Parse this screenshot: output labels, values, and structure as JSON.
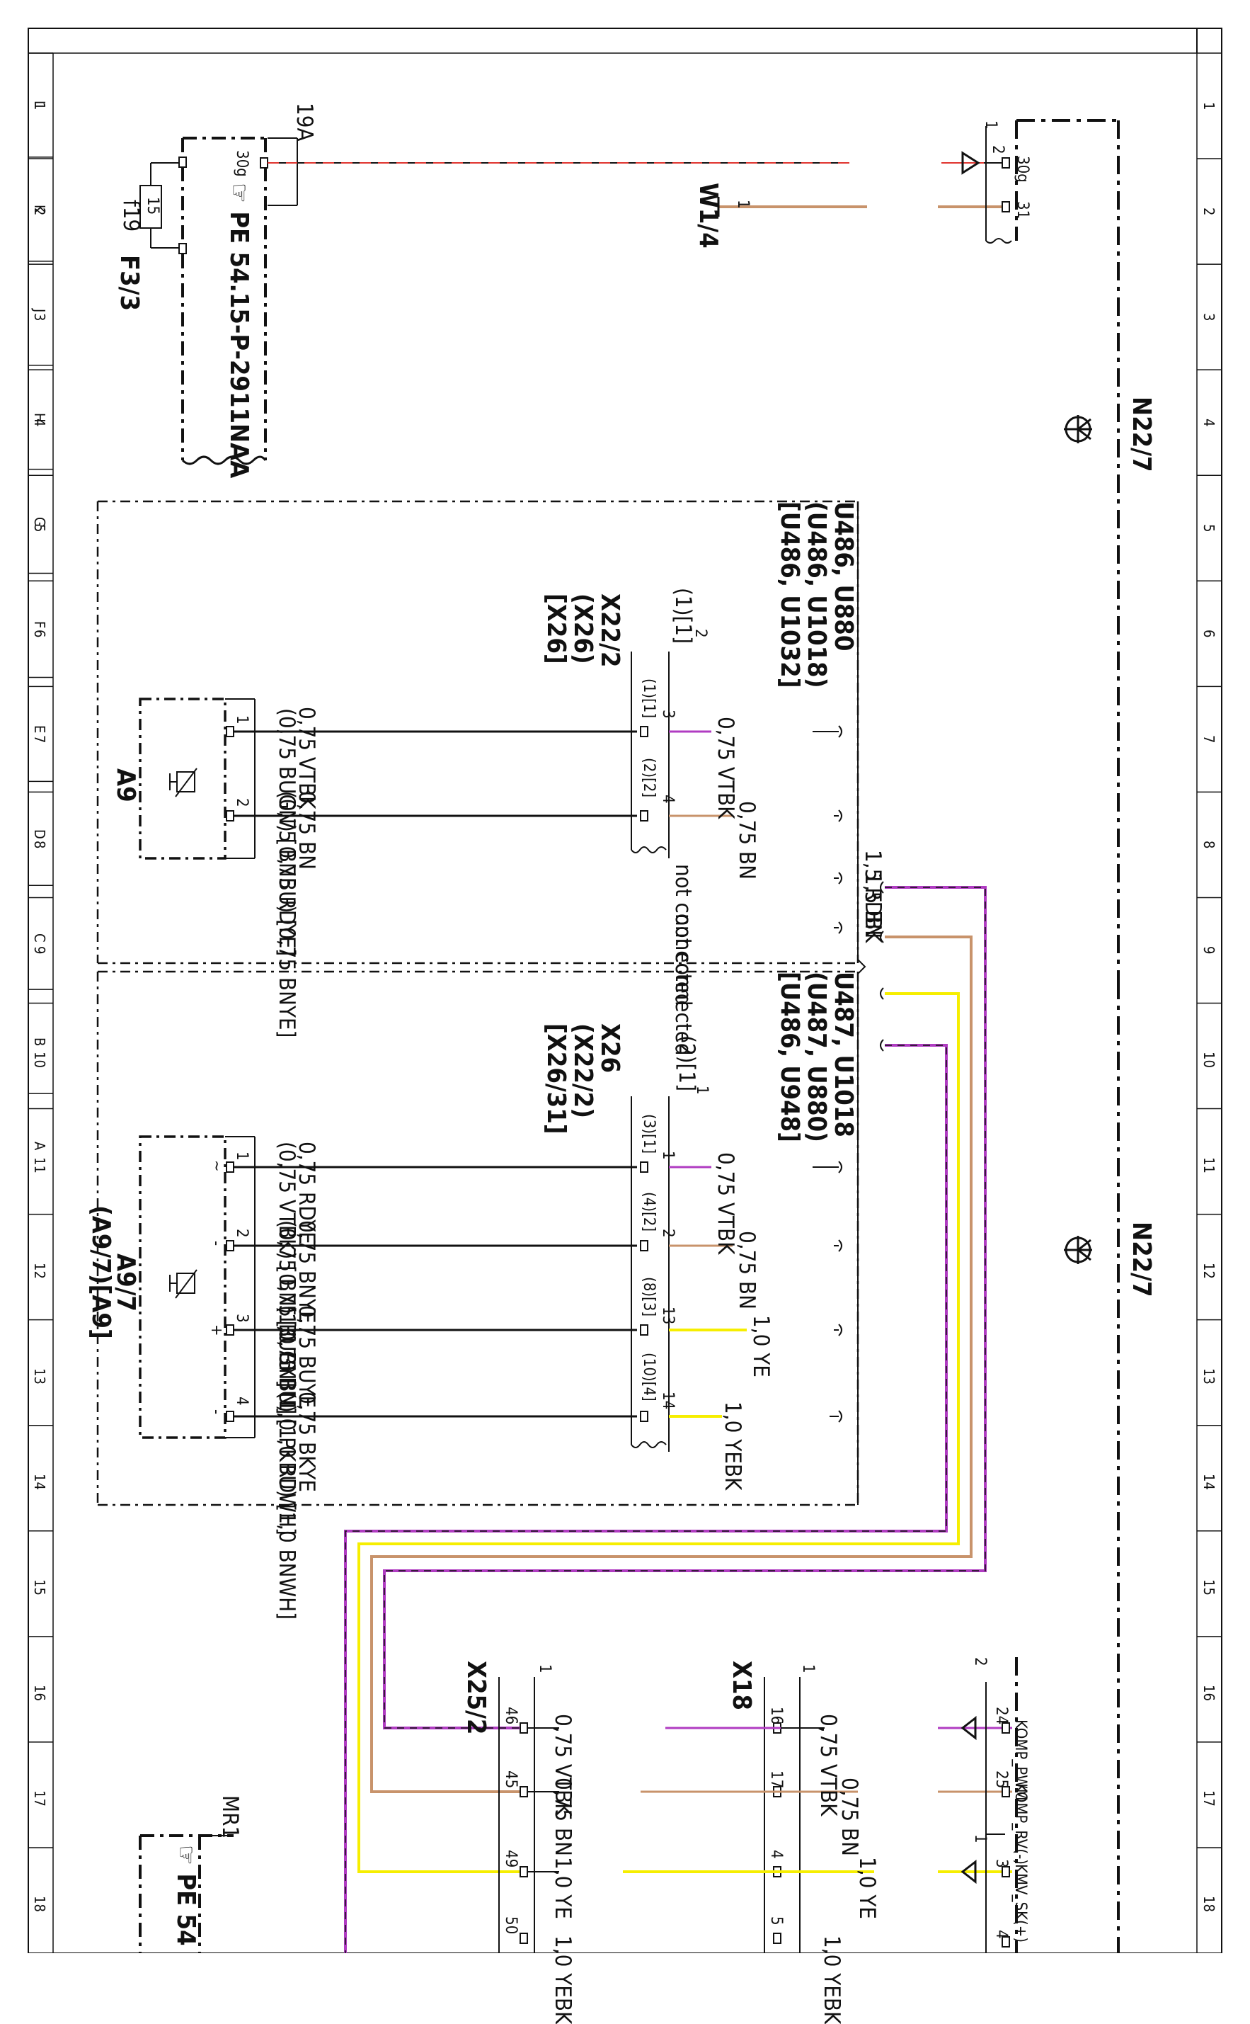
{
  "frame": {
    "columns": [
      "L",
      "K",
      "J",
      "H",
      "G",
      "F",
      "E",
      "D",
      "C",
      "B",
      "A"
    ],
    "rows": [
      "1",
      "2",
      "3",
      "4",
      "5",
      "6",
      "7",
      "8",
      "9",
      "10",
      "11",
      "12",
      "13",
      "14",
      "15",
      "16",
      "17",
      "18"
    ]
  },
  "colors": {
    "vtbk_violet": "#b03cc2",
    "bn_brown": "#c8936b",
    "ye_yellow": "#f6ee00",
    "rdbk_red": "#e0352f",
    "line_black": "#111111"
  },
  "connectors": {
    "fuse_ref": "F3/3",
    "fuse_id": "f19",
    "fuse_rating": "15",
    "fuse_pin": "30g",
    "fuse_term": "19A",
    "pe_ref": "PE 54.15-P-2911NAA",
    "w14": "W1/4",
    "n22_top": "N22/7",
    "n22_bottom": "N22/7",
    "a9": "A9",
    "a97": "A9/7",
    "a97_alt": "(A9/7)[A9]",
    "x222_block": "X22/2\n(X26)\n[X26]",
    "x26_block": "X26\n(X22/2)\n[X26/31]",
    "x252": "X25/2",
    "x18": "X18",
    "pe_bottom": "PE 54",
    "mr1": "MR1"
  },
  "variant_codes": {
    "top": "U486, U880\n(U486, U1018)\n[U486, U1032]",
    "bottom": "U487, U1018\n(U487, U880)\n[U486, U948]"
  },
  "wires": {
    "rdbk": "1,5 RDBK",
    "bn_gnd": "1,5 BN",
    "pin30g": "30g",
    "pin31": "31",
    "a9_w1": "0,75 VTBK",
    "a9_w1_alt": "(0,75 BUGN) [0,75 RDYE]",
    "a9_w2": "0,75 BN",
    "a9_w2_alt": "(0,75 BNBU) [0,75 BNYE]",
    "x_vtbk": "0,75 VTBK",
    "x_bn": "0,75 BN",
    "not_connected_1": "not connected",
    "not_connected_2": "not connected",
    "a97_w1": "0,75 RDYE",
    "a97_w1_alt": "(0,75 VTBK) [0,75 BUBN]",
    "a97_w2": "0,75 BNYE",
    "a97_w2_alt": "(0,75 BN) [0,75 BN]",
    "a97_w3": "0,75 BUYE",
    "a97_w3_alt": "(1,0 GYBU) [1,0 RDWH]",
    "a97_w4": "0,75 BKYE",
    "a97_w4_alt": "(1,0 PKBU) [1,0 BNWH]",
    "x26_vtbk": "0,75 VTBK",
    "x26_bn": "0,75 BN",
    "x26_ye": "1,0 YE",
    "x26_yebk": "1,0 YEBK",
    "b_vtbk_1": "0,75 VTBK",
    "b_vtbk_2": "0,75 VTBK",
    "b_bn_1": "0,75 BN",
    "b_bn_2": "0,75 BN",
    "b_ye_1": "1,0 YE",
    "b_ye_2": "1,0 YE",
    "b_yebk_1": "1,0 YEBK",
    "b_yebk_2": "1,0 YEBK"
  },
  "pins": {
    "komp_pwm": "KOMP_PWM",
    "komp_rv": "KOMP_RV(-)",
    "kmv_sk": "KMV_SK(+)",
    "p24": "24",
    "p25": "25",
    "p3": "3",
    "p4": "4",
    "x252_46": "46",
    "x252_45": "45",
    "x252_49": "49",
    "x252_50": "50",
    "x18_16": "16",
    "x18_17": "17",
    "x18_4": "4",
    "x18_5": "5",
    "n22_pin1": "1",
    "n22_pin2": "2",
    "x222_top": "(1)[1]",
    "x222_num": "2",
    "x222_p1": "(1)[1]",
    "x222_p1n": "3",
    "x222_p2": "(2)[2]",
    "x222_p2n": "4",
    "x26_top": "(2)[1]",
    "x26_num": "1",
    "x26_p1": "(3)[1]",
    "x26_p1n": "1",
    "x26_p2": "(4)[2]",
    "x26_p2n": "2",
    "x26_p3": "(8)[3]",
    "x26_p3n": "13",
    "x26_p4": "(10)[4]",
    "x26_p4n": "14",
    "a9_p1": "1",
    "a9_p2": "2",
    "a97_p1": "1",
    "a97_p2": "2",
    "a97_p3": "3",
    "a97_p4": "4",
    "a97_s1": "~",
    "a97_s2": "-",
    "a97_s3": "+",
    "a97_s4": "-",
    "x252_1": "1",
    "x18_1": "1",
    "n22b_2": "2",
    "n22b_1": "1",
    "w14_1": "1"
  }
}
